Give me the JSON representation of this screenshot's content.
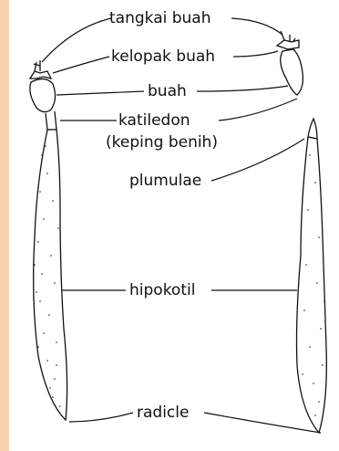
{
  "labels": {
    "tangkai": "tangkai buah",
    "kelopak": "kelopak buah",
    "buah": "buah",
    "katiledon": "katiledon",
    "keping": "(keping benih)",
    "plumulae": "plumulae",
    "hipokotil": "hipokotil",
    "radicle": "radicle"
  },
  "colors": {
    "background_border": "#f9d2ad",
    "ink": "#111111",
    "panel": "#ffffff"
  }
}
